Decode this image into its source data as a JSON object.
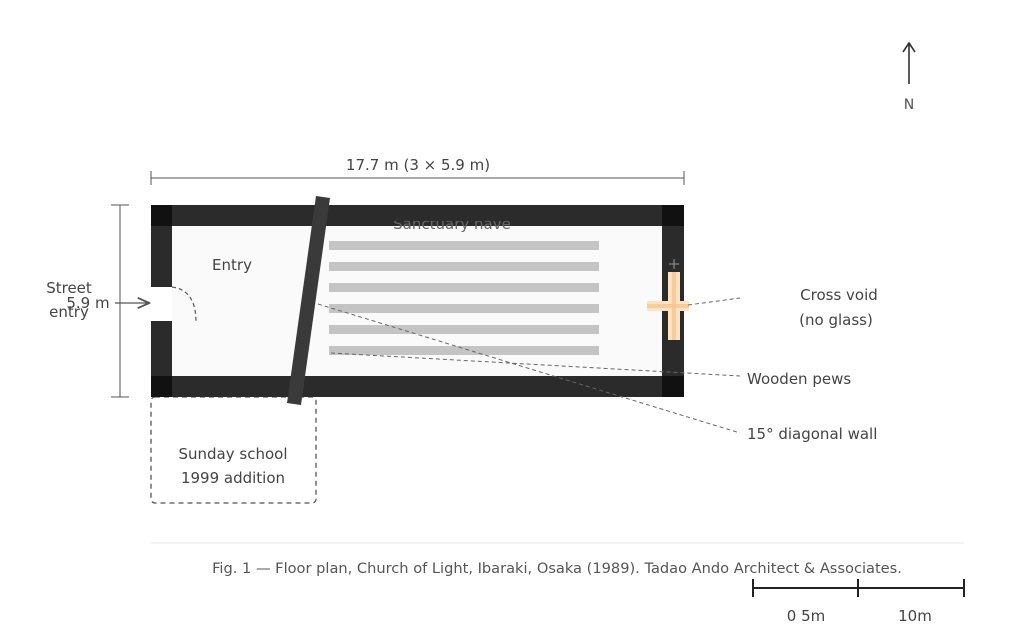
{
  "labels": {
    "north": "N",
    "width_dimension": "17.7 m (3 × 5.9 m)",
    "depth_dimension": "5.9 m",
    "street_entry": [
      "Street",
      "entry"
    ],
    "entry": "Entry",
    "sanctuary_nave": "Sanctuary nave",
    "cross_void": [
      "Cross void",
      "(no glass)"
    ],
    "wooden_pews": "Wooden pews",
    "diagonal_wall": "15° diagonal wall",
    "sunday_school": [
      "Sunday school",
      "1999 addition"
    ],
    "caption": "Fig. 1 — Floor plan, Church of Light, Ibaraki, Osaka (1989). Tadao Ando Architect & Associates.",
    "scale_labels": [
      "0 5m",
      "10m"
    ]
  },
  "colors": {
    "wall": "#2b2b2b",
    "diagonal_wall": "#3a3a3a",
    "pew": "#c4c4c4",
    "interior": "#fafafa",
    "cross_light": "#ffe2bf",
    "cross_core": "#f4c48f",
    "leader": "#666666",
    "text": "#444444"
  },
  "icons": {
    "north_arrow": "arrow-up-icon",
    "entry_arrow": "arrow-right-icon",
    "door_swing": "door-swing-icon",
    "cross": "cross-icon"
  },
  "pews_count": 6
}
